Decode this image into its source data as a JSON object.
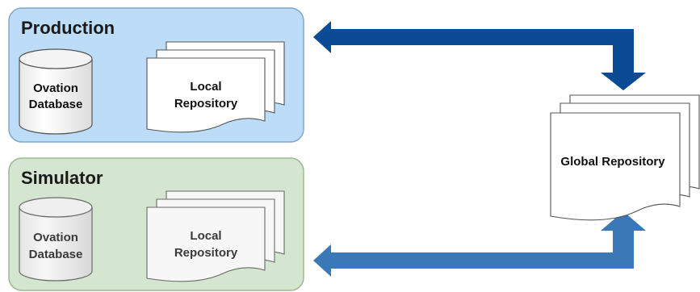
{
  "production": {
    "title": "Production",
    "database_line1": "Ovation",
    "database_line2": "Database",
    "repository_line1": "Local",
    "repository_line2": "Repository",
    "fill": "#bcdcf8",
    "stroke": "#7fa8cc"
  },
  "simulator": {
    "title": "Simulator",
    "database_line1": "Ovation",
    "database_line2": "Database",
    "repository_line1": "Local",
    "repository_line2": "Repository",
    "fill": "#d5e6d0",
    "stroke": "#9bb892"
  },
  "global": {
    "label": "Global Repository"
  },
  "colors": {
    "arrow_production": "#0b4a94",
    "arrow_simulator": "#3a78b8"
  }
}
